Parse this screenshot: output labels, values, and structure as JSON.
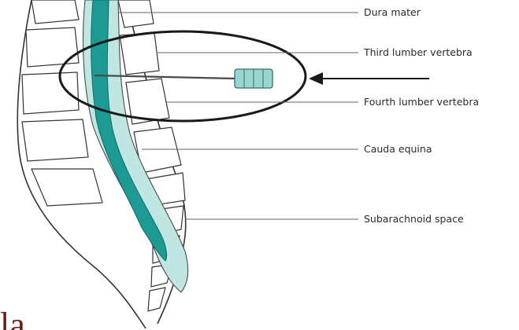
{
  "labels": {
    "dura_mater": "Dura mater",
    "third_lumbar": "Third lumber vertebra",
    "fourth_lumbar": "Fourth lumber vertebra",
    "cauda_equina": "Cauda equina",
    "subarachnoid": "Subarachnoid space"
  },
  "cut_off_text": "la",
  "colors": {
    "spinal_cord": "#1d9a93",
    "csf_space": "#bfe6e2",
    "outline": "#333333",
    "highlight_ellipse": "#1a1a1a",
    "cut_text": "#6e1b1b"
  }
}
